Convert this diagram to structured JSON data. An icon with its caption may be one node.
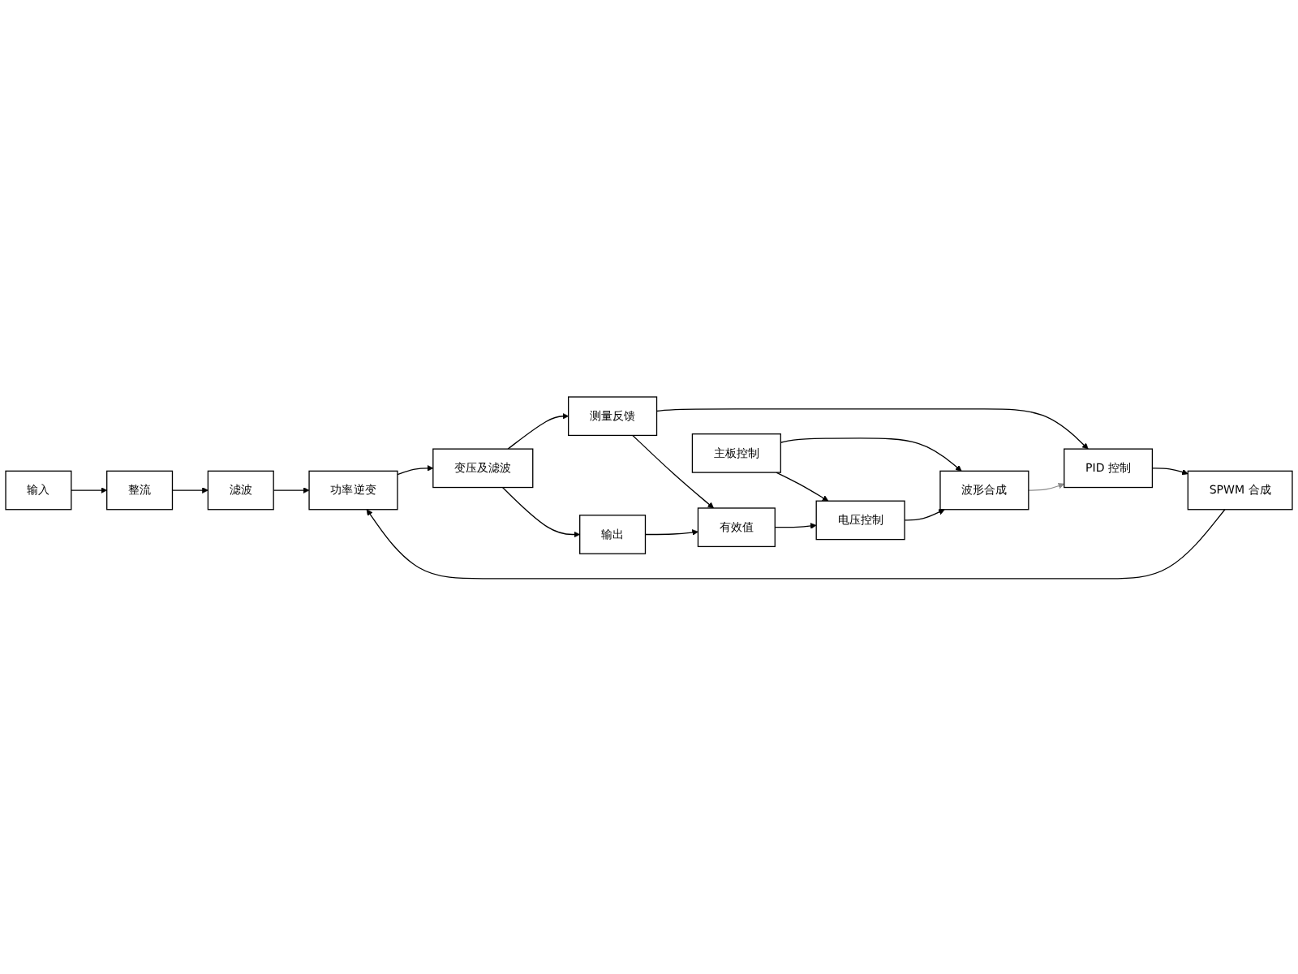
{
  "diagram": {
    "nodes": [
      {
        "text": [
          "输入"
        ]
      },
      {
        "text": [
          "整流"
        ]
      },
      {
        "text": [
          "滤波"
        ]
      },
      {
        "text": [
          "功率逆变"
        ]
      },
      {
        "text": [
          "SPWM 合成"
        ]
      },
      {
        "text": [
          "变压及滤波"
        ]
      },
      {
        "text": [
          "波形合成"
        ]
      },
      {
        "text": [
          "PID 控制"
        ]
      },
      {
        "text": [
          "测量反馈"
        ]
      },
      {
        "text": [
          "主板控制"
        ]
      },
      {
        "text": [
          "电压控制"
        ]
      },
      {
        "text": [
          "有效值"
        ]
      },
      {
        "text": [
          "输出"
        ]
      }
    ],
    "edges": [
      {
        "from": 0,
        "to": 1,
        "arrow": "to"
      },
      {
        "from": 1,
        "to": 2,
        "arrow": "to"
      },
      {
        "from": 2,
        "to": 3,
        "arrow": "to"
      },
      {
        "from": 4,
        "to": 3,
        "arrow": "to"
      },
      {
        "from": 3,
        "to": 5,
        "arrow": "to"
      },
      {
        "from": 5,
        "to": 12,
        "arrow": "to"
      },
      {
        "from": 5,
        "to": 8,
        "arrow": "to"
      },
      {
        "from": 8,
        "to": 7,
        "arrow": "to"
      },
      {
        "from": 8,
        "to": 11,
        "arrow": "to"
      },
      {
        "from": 6,
        "to": 7,
        "arrow": "to",
        "color": "#8c8c8c"
      },
      {
        "from": 7,
        "to": 4,
        "arrow": "to"
      },
      {
        "from": 9,
        "to": 6,
        "arrow": "to"
      },
      {
        "from": 10,
        "to": 6,
        "arrow": "to"
      },
      {
        "from": 9,
        "to": 10,
        "arrow": "to"
      },
      {
        "from": 11,
        "to": 10,
        "arrow": "to"
      },
      {
        "from": 12,
        "to": 11,
        "arrow": "to"
      }
    ]
  }
}
